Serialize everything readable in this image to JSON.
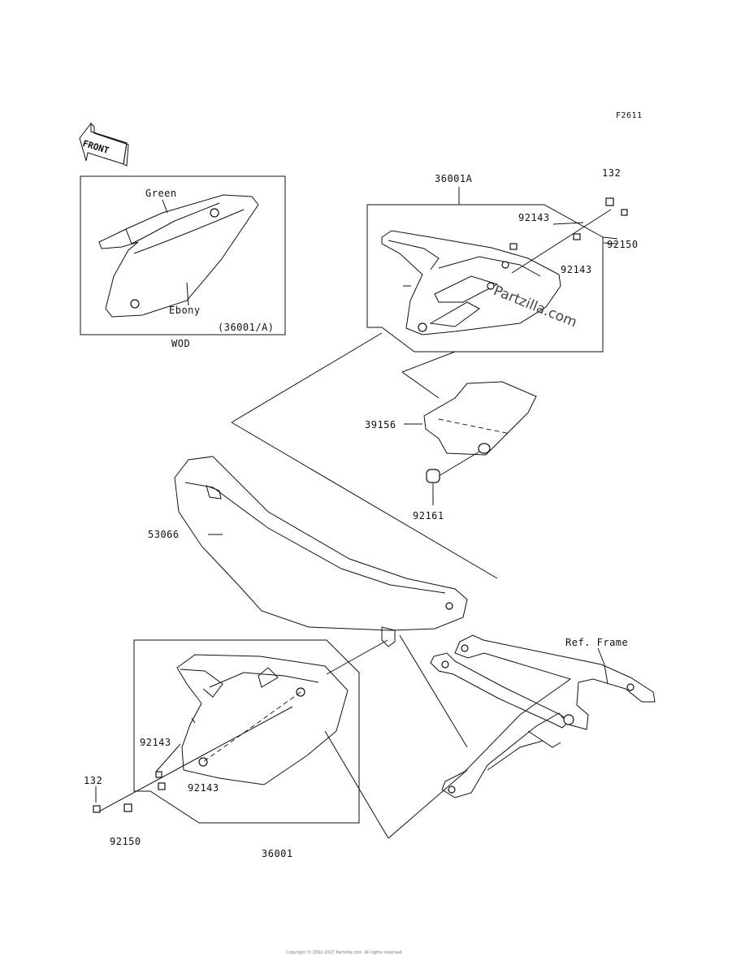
{
  "figure_code": "F2611",
  "front_arrow": "FRONT",
  "inset": {
    "color_top": "Green",
    "color_body": "Ebony",
    "part_ref": "(36001/A)",
    "model": "WOD"
  },
  "labels": {
    "cover_right": "36001A",
    "bolt_top": "132",
    "collar_top_a": "92143",
    "nut_top": "92150",
    "collar_top_b": "92143",
    "pad": "39156",
    "damper": "92161",
    "seat": "53066",
    "frame_ref": "Ref. Frame",
    "collar_bottom_a": "92143",
    "collar_bottom_b": "92143",
    "bolt_bottom": "132",
    "nut_bottom": "92150",
    "cover_left": "36001"
  },
  "watermark": "Partzilla.com",
  "copyright": "Copyright © 2002-2017 Partzilla.com. All rights reserved."
}
